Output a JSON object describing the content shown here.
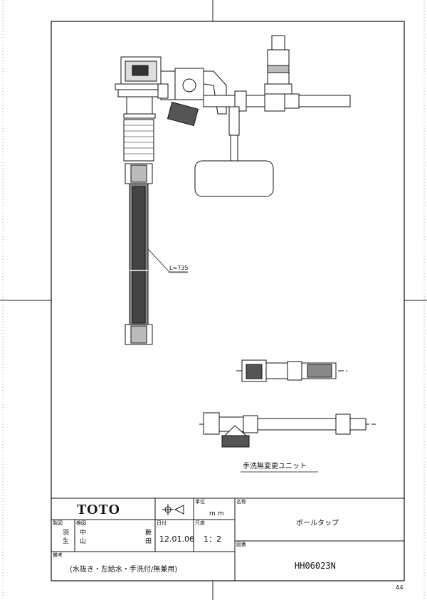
{
  "title_block": {
    "company": "TOTO",
    "unit_label": "単位",
    "unit_value": "mm",
    "name_label": "名称",
    "name_value": "ボールタップ",
    "made_label": "製図",
    "made_name_1": "羽",
    "made_name_2": "生",
    "checked_label": "検図",
    "checked_name_1": "中",
    "checked_name_2": "山",
    "approved_name_1": "藪",
    "approved_name_2": "田",
    "date_label": "日付",
    "date_value": "12.01.06",
    "scale_label": "尺度",
    "scale_value": "1：2",
    "drawing_no_label": "図番",
    "drawing_no_value": "HH06023N",
    "remarks_label": "備考",
    "remarks_value": "(水抜き・左給水・手洗付/無兼用)"
  },
  "drawing": {
    "hose_length_label": "L=735",
    "unit_caption": "手洗無変更ユニット"
  },
  "sheet": {
    "size_label": "A4"
  }
}
